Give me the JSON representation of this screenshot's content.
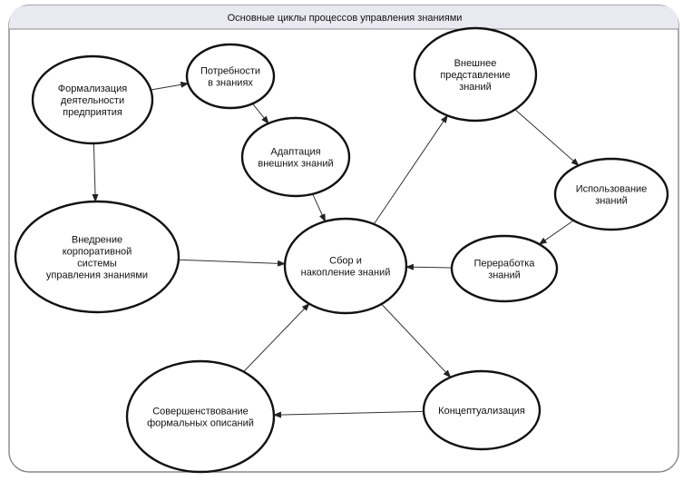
{
  "title": "Основные циклы процессов управления знаниями",
  "nodes": [
    {
      "id": "formalization",
      "lines": [
        "Формализация",
        "деятельности",
        "предприятия"
      ]
    },
    {
      "id": "needs",
      "lines": [
        "Потребности",
        "в знаниях"
      ]
    },
    {
      "id": "adaptation",
      "lines": [
        "Адаптация",
        "внешних знаний"
      ]
    },
    {
      "id": "external",
      "lines": [
        "Внешнее",
        "представление",
        "знаний"
      ]
    },
    {
      "id": "usage",
      "lines": [
        "Использование",
        "знаний"
      ]
    },
    {
      "id": "implementation",
      "lines": [
        "Внедрение",
        "корпоративной",
        "системы",
        "управления знаниями"
      ]
    },
    {
      "id": "collection",
      "lines": [
        "Сбор и",
        "накопление знаний"
      ]
    },
    {
      "id": "processing",
      "lines": [
        "Переработка",
        "знаний"
      ]
    },
    {
      "id": "improvement",
      "lines": [
        "Совершенствование",
        "формальных описаний"
      ]
    },
    {
      "id": "conceptualization",
      "lines": [
        "Концептуализация"
      ]
    }
  ],
  "edges": [
    {
      "from": "formalization",
      "to": "needs"
    },
    {
      "from": "needs",
      "to": "adaptation"
    },
    {
      "from": "adaptation",
      "to": "collection"
    },
    {
      "from": "formalization",
      "to": "implementation"
    },
    {
      "from": "implementation",
      "to": "collection"
    },
    {
      "from": "collection",
      "to": "external"
    },
    {
      "from": "external",
      "to": "usage"
    },
    {
      "from": "usage",
      "to": "processing"
    },
    {
      "from": "processing",
      "to": "collection"
    },
    {
      "from": "collection",
      "to": "conceptualization"
    },
    {
      "from": "conceptualization",
      "to": "improvement"
    },
    {
      "from": "improvement",
      "to": "collection"
    }
  ]
}
